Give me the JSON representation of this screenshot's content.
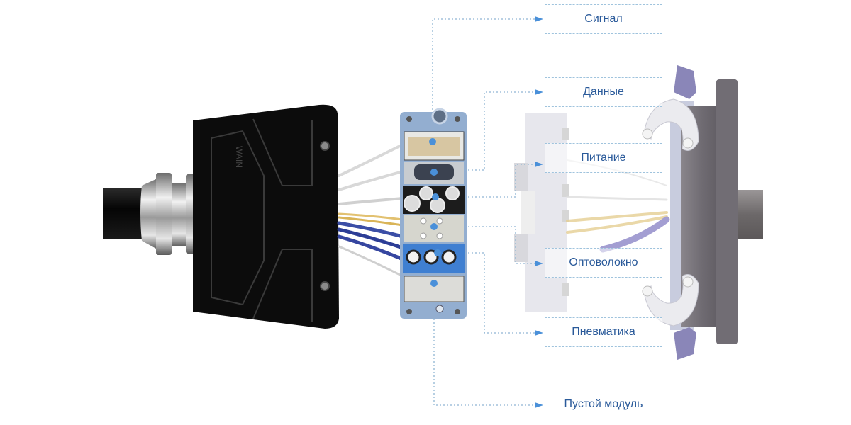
{
  "diagram": {
    "subject": "Modular heavy-duty connector exploded view",
    "hood_logo": "WAIN",
    "colors": {
      "label_text": "#2a5a9a",
      "leader_line": "#8fb5d3",
      "arrow": "#4a90d9",
      "module_frame": "#8fa9c9",
      "pneumatic_module": "#3f7fd1",
      "hood": "#111111",
      "housing": "#6e6a70",
      "latch": "#8a86b8"
    },
    "labels": [
      {
        "id": "signal",
        "text": "Сигнал"
      },
      {
        "id": "data",
        "text": "Данные"
      },
      {
        "id": "power",
        "text": "Питание"
      },
      {
        "id": "fiber",
        "text": "Оптоволокно"
      },
      {
        "id": "pneumatic",
        "text": "Пневматика"
      },
      {
        "id": "empty",
        "text": "Пустой модуль"
      }
    ]
  }
}
